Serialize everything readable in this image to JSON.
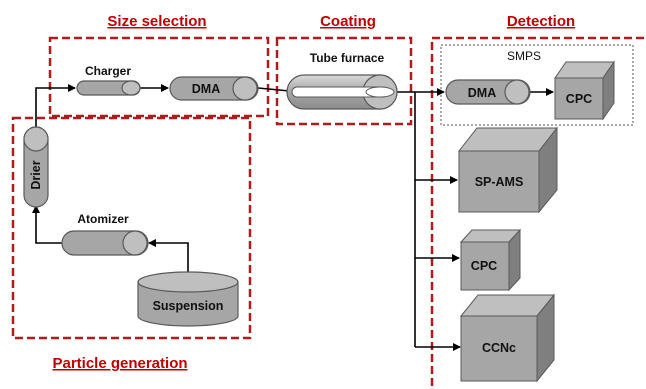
{
  "sections": {
    "size_selection": "Size selection",
    "coating": "Coating",
    "detection": "Detection",
    "particle_generation": "Particle generation"
  },
  "components": {
    "charger": "Charger",
    "dma_size": "DMA",
    "tube_furnace": "Tube furnace",
    "smps": "SMPS",
    "dma_smps": "DMA",
    "cpc_smps": "CPC",
    "sp_ams": "SP-AMS",
    "cpc": "CPC",
    "ccnc": "CCNc",
    "drier": "Drier",
    "atomizer": "Atomizer",
    "suspension": "Suspension"
  },
  "colors": {
    "section_border": "#b01c1c",
    "section_title": "#c00000",
    "component_fill": "#a6a6a6",
    "component_cap": "#bfbfbf",
    "component_stroke": "#595959",
    "arrow": "#000000",
    "smps_border": "#555555"
  }
}
